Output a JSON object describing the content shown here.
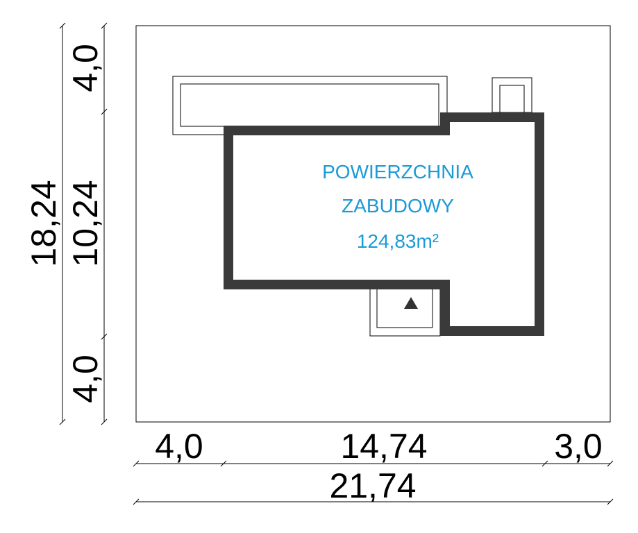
{
  "area": {
    "line1": "POWIERZCHNIA",
    "line2": "ZABUDOWY",
    "value": "124,83m²"
  },
  "dimensions": {
    "left_total": "18,24",
    "left_top": "4,0",
    "left_middle": "10,24",
    "left_bottom": "4,0",
    "bottom_left": "4,0",
    "bottom_middle": "14,74",
    "bottom_right": "3,0",
    "bottom_total": "21,74"
  },
  "colors": {
    "wall": "#3a3a3a",
    "area_text": "#1a9ad6",
    "line": "#000000"
  },
  "icons": {
    "entrance": "triangle-up-icon"
  }
}
